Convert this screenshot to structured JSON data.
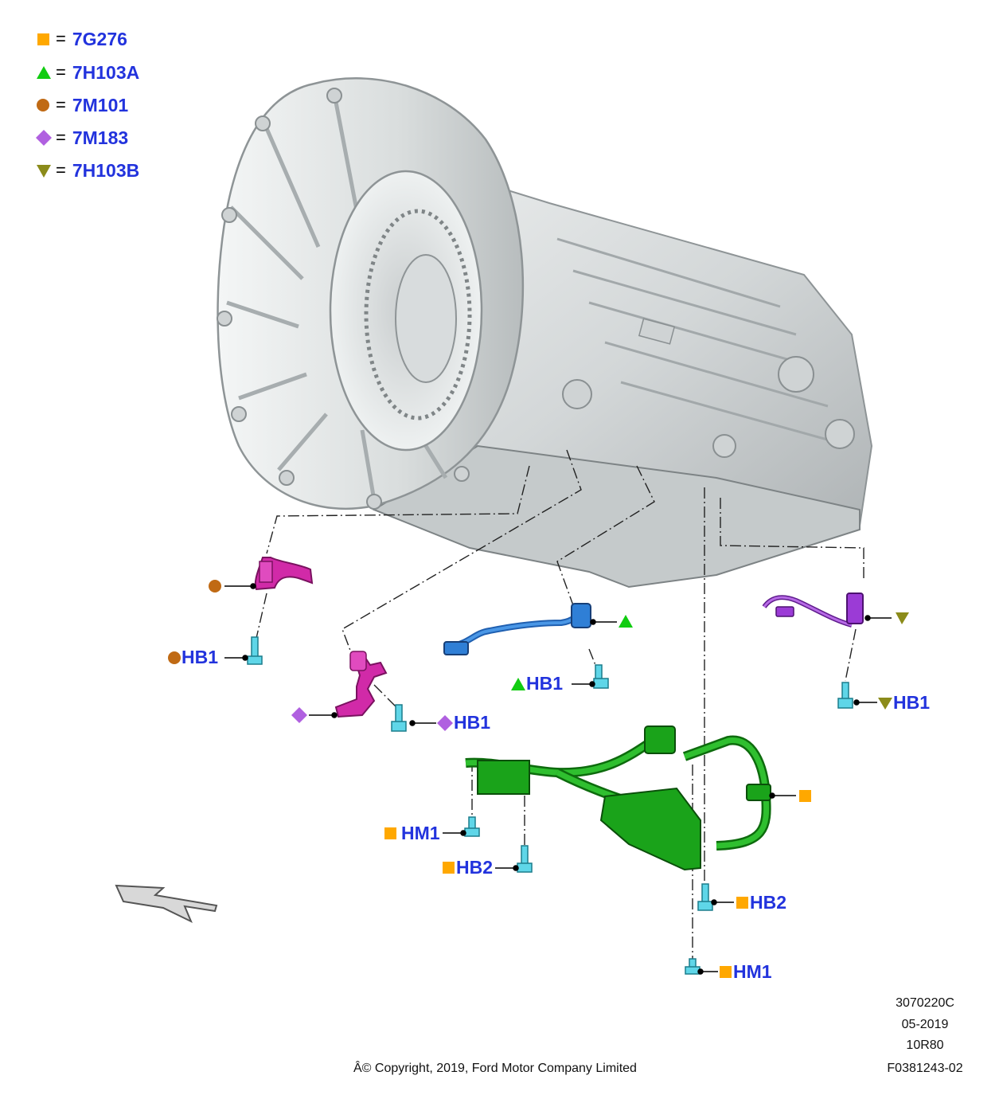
{
  "colors": {
    "square": "#ffa800",
    "triangle_up": "#11cc11",
    "circle": "#c06a14",
    "diamond": "#b060e0",
    "triangle_down": "#8b8b1a",
    "label_blue": "#2233dd",
    "harness_green": "#1aa31a",
    "sensor_magenta": "#d12aa8",
    "sensor_blue": "#2f7fd6",
    "sensor_purple": "#9b3bd6",
    "bolt_cyan": "#5fd6e8",
    "housing_gray": "#d6dadb"
  },
  "legend": [
    {
      "symbol": "square-icon",
      "eq": "=",
      "code": "7G276"
    },
    {
      "symbol": "triangle-up-icon",
      "eq": "=",
      "code": "7H103A"
    },
    {
      "symbol": "circle-icon",
      "eq": "=",
      "code": "7M101"
    },
    {
      "symbol": "diamond-icon",
      "eq": "=",
      "code": "7M183"
    },
    {
      "symbol": "triangle-down-icon",
      "eq": "=",
      "code": "7H103B"
    }
  ],
  "callouts": {
    "c_hb1": "HB1",
    "d_hb1": "HB1",
    "ta_hb1": "HB1",
    "tb_hb1": "HB1",
    "sq_hm1_left": "HM1",
    "sq_hb2_left": "HB2",
    "sq_hb2_right": "HB2",
    "sq_hm1_bottom": "HM1"
  },
  "meta": {
    "illustration_id": "3070220C",
    "date": "05-2019",
    "model": "10R80",
    "figure_id": "F0381243-02"
  },
  "copyright": "Â© Copyright, 2019, Ford Motor Company Limited"
}
